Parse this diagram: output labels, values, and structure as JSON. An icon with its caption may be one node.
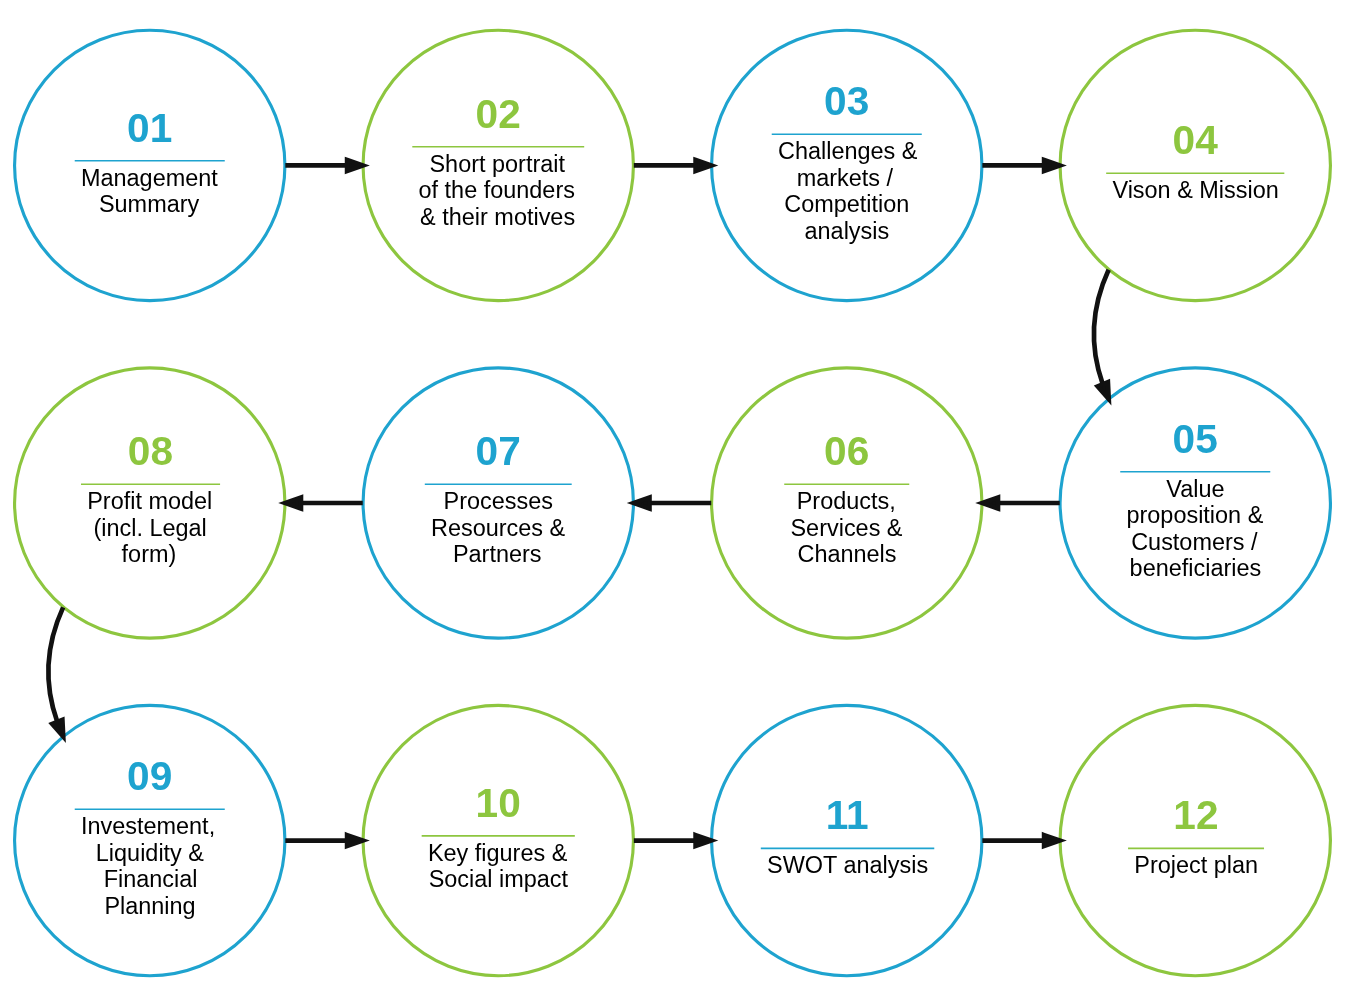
{
  "diagram": {
    "nodes": [
      {
        "text": [
          "01",
          "Management Summary"
        ]
      },
      {
        "text": [
          "02",
          "Short portrait of the founders & their motives"
        ]
      },
      {
        "text": [
          "03",
          "Challenges & markets / Competition analysis"
        ]
      },
      {
        "text": [
          "04",
          "Vison & Mission"
        ]
      },
      {
        "text": [
          "05",
          "Value proposition & Customers / beneficiaries"
        ]
      },
      {
        "text": [
          "06",
          "Products, Services & Channels"
        ]
      },
      {
        "text": [
          "07",
          "Processes Resources & Partners"
        ]
      },
      {
        "text": [
          "08",
          "Profit model (incl. Legal form)"
        ]
      },
      {
        "text": [
          "09",
          "Investement, Liquidity & Financial Planning"
        ]
      },
      {
        "text": [
          "10",
          "Key figures & Social impact"
        ]
      },
      {
        "text": [
          "11",
          "SWOT analysis"
        ]
      },
      {
        "text": [
          "12",
          "Project plan"
        ]
      }
    ],
    "edges": [
      {
        "from": 0,
        "to": 1,
        "arrow": "to"
      },
      {
        "from": 1,
        "to": 2,
        "arrow": "to"
      },
      {
        "from": 2,
        "to": 3,
        "arrow": "to"
      },
      {
        "from": 3,
        "to": 4,
        "arrow": "to"
      },
      {
        "from": 4,
        "to": 5,
        "arrow": "to"
      },
      {
        "from": 5,
        "to": 6,
        "arrow": "to"
      },
      {
        "from": 6,
        "to": 7,
        "arrow": "to"
      },
      {
        "from": 7,
        "to": 8,
        "arrow": "to"
      },
      {
        "from": 8,
        "to": 9,
        "arrow": "to"
      },
      {
        "from": 9,
        "to": 10,
        "arrow": "to"
      },
      {
        "from": 10,
        "to": 11,
        "arrow": "to"
      }
    ]
  }
}
